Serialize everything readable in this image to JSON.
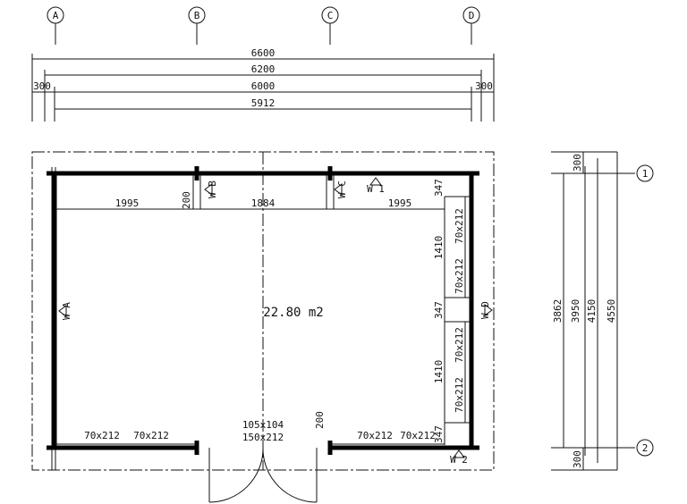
{
  "grid": {
    "columns": [
      "A",
      "B",
      "C",
      "D"
    ],
    "rows": [
      "1",
      "2"
    ]
  },
  "top_dimensions": {
    "overall": "6600",
    "second": "6200",
    "third": "6000",
    "inner": "5912",
    "left_offset": "300",
    "right_offset": "300"
  },
  "plan": {
    "area": "22.80 m2",
    "segment_left": "1995",
    "segment_mid": "1884",
    "segment_right": "1995",
    "post_gap": "200",
    "post_gap_bottom": "200",
    "right_347_top": "347",
    "right_347_mid": "347",
    "right_347_bottom": "347",
    "right_1410_upper": "1410",
    "right_1410_lower": "1410",
    "window_right_1": "70x212",
    "window_right_2": "70x212",
    "window_right_3": "70x212",
    "window_right_4": "70x212",
    "window_bottom_1": "70x212",
    "window_bottom_2": "70x212",
    "window_bottom_3": "70x212",
    "window_bottom_4": "70x212",
    "door_top": "105x104",
    "door_bottom": "150x212"
  },
  "walls": {
    "wa": "W A",
    "wb": "W B",
    "wc": "W C",
    "wd": "W D",
    "w1": "W 1",
    "w2": "W 2"
  },
  "side_dimensions": {
    "top": "300",
    "bottom": "300",
    "d1": "3862",
    "d2": "3950",
    "d3": "4150",
    "d4": "4550"
  }
}
